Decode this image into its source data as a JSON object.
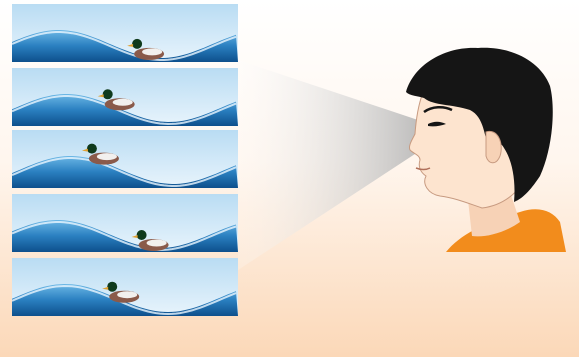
{
  "figure": {
    "subject": "person-profile-icon",
    "frames": [
      {
        "duck_icon": "duck-icon",
        "duck_progress": 0.58
      },
      {
        "duck_icon": "duck-icon",
        "duck_progress": 0.45
      },
      {
        "duck_icon": "duck-icon",
        "duck_progress": 0.38
      },
      {
        "duck_icon": "duck-icon",
        "duck_progress": 0.6
      },
      {
        "duck_icon": "duck-icon",
        "duck_progress": 0.47
      }
    ]
  },
  "colors": {
    "background_top": "#ffffff",
    "background_bottom": "#fbd8b8",
    "sky": "#cfe6f6",
    "wave_dark": "#1e6fb0",
    "wave_light": "#7cc0e8",
    "wave_foam": "#eaf6ff",
    "vision_beam": "#cfcfcf",
    "skin": "#fde4cf",
    "hair": "#151515",
    "shirt": "#f28c1c",
    "duck_head": "#0f3a1c",
    "duck_body": "#8a5a4a",
    "duck_wing": "#f2f0ee"
  }
}
